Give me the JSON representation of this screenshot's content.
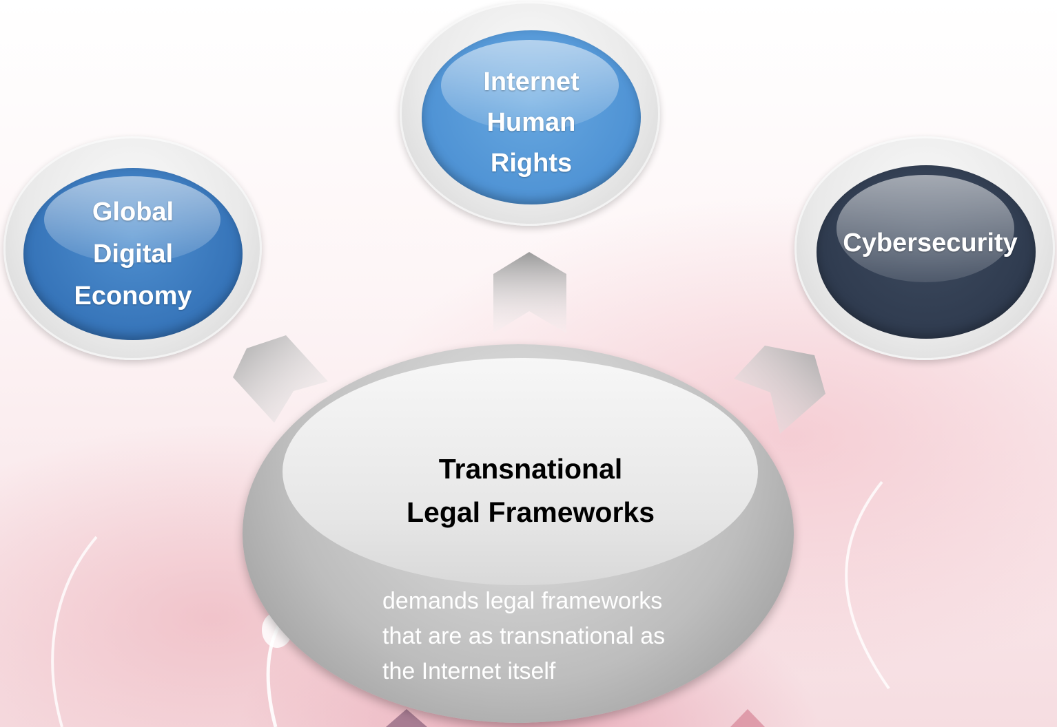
{
  "diagram": {
    "center": {
      "title": "Transnational\nLegal Frameworks",
      "description": "demands legal frameworks\nthat are as transnational as\nthe Internet itself"
    },
    "nodes": [
      {
        "label": "Global\nDigital\nEconomy",
        "color": "#3573b8"
      },
      {
        "label": "Internet\nHuman\nRights",
        "color": "#4e92d4"
      },
      {
        "label": "Cybersecurity",
        "color": "#2f3b4f"
      }
    ],
    "arrow_color": "#c8c8c8"
  }
}
